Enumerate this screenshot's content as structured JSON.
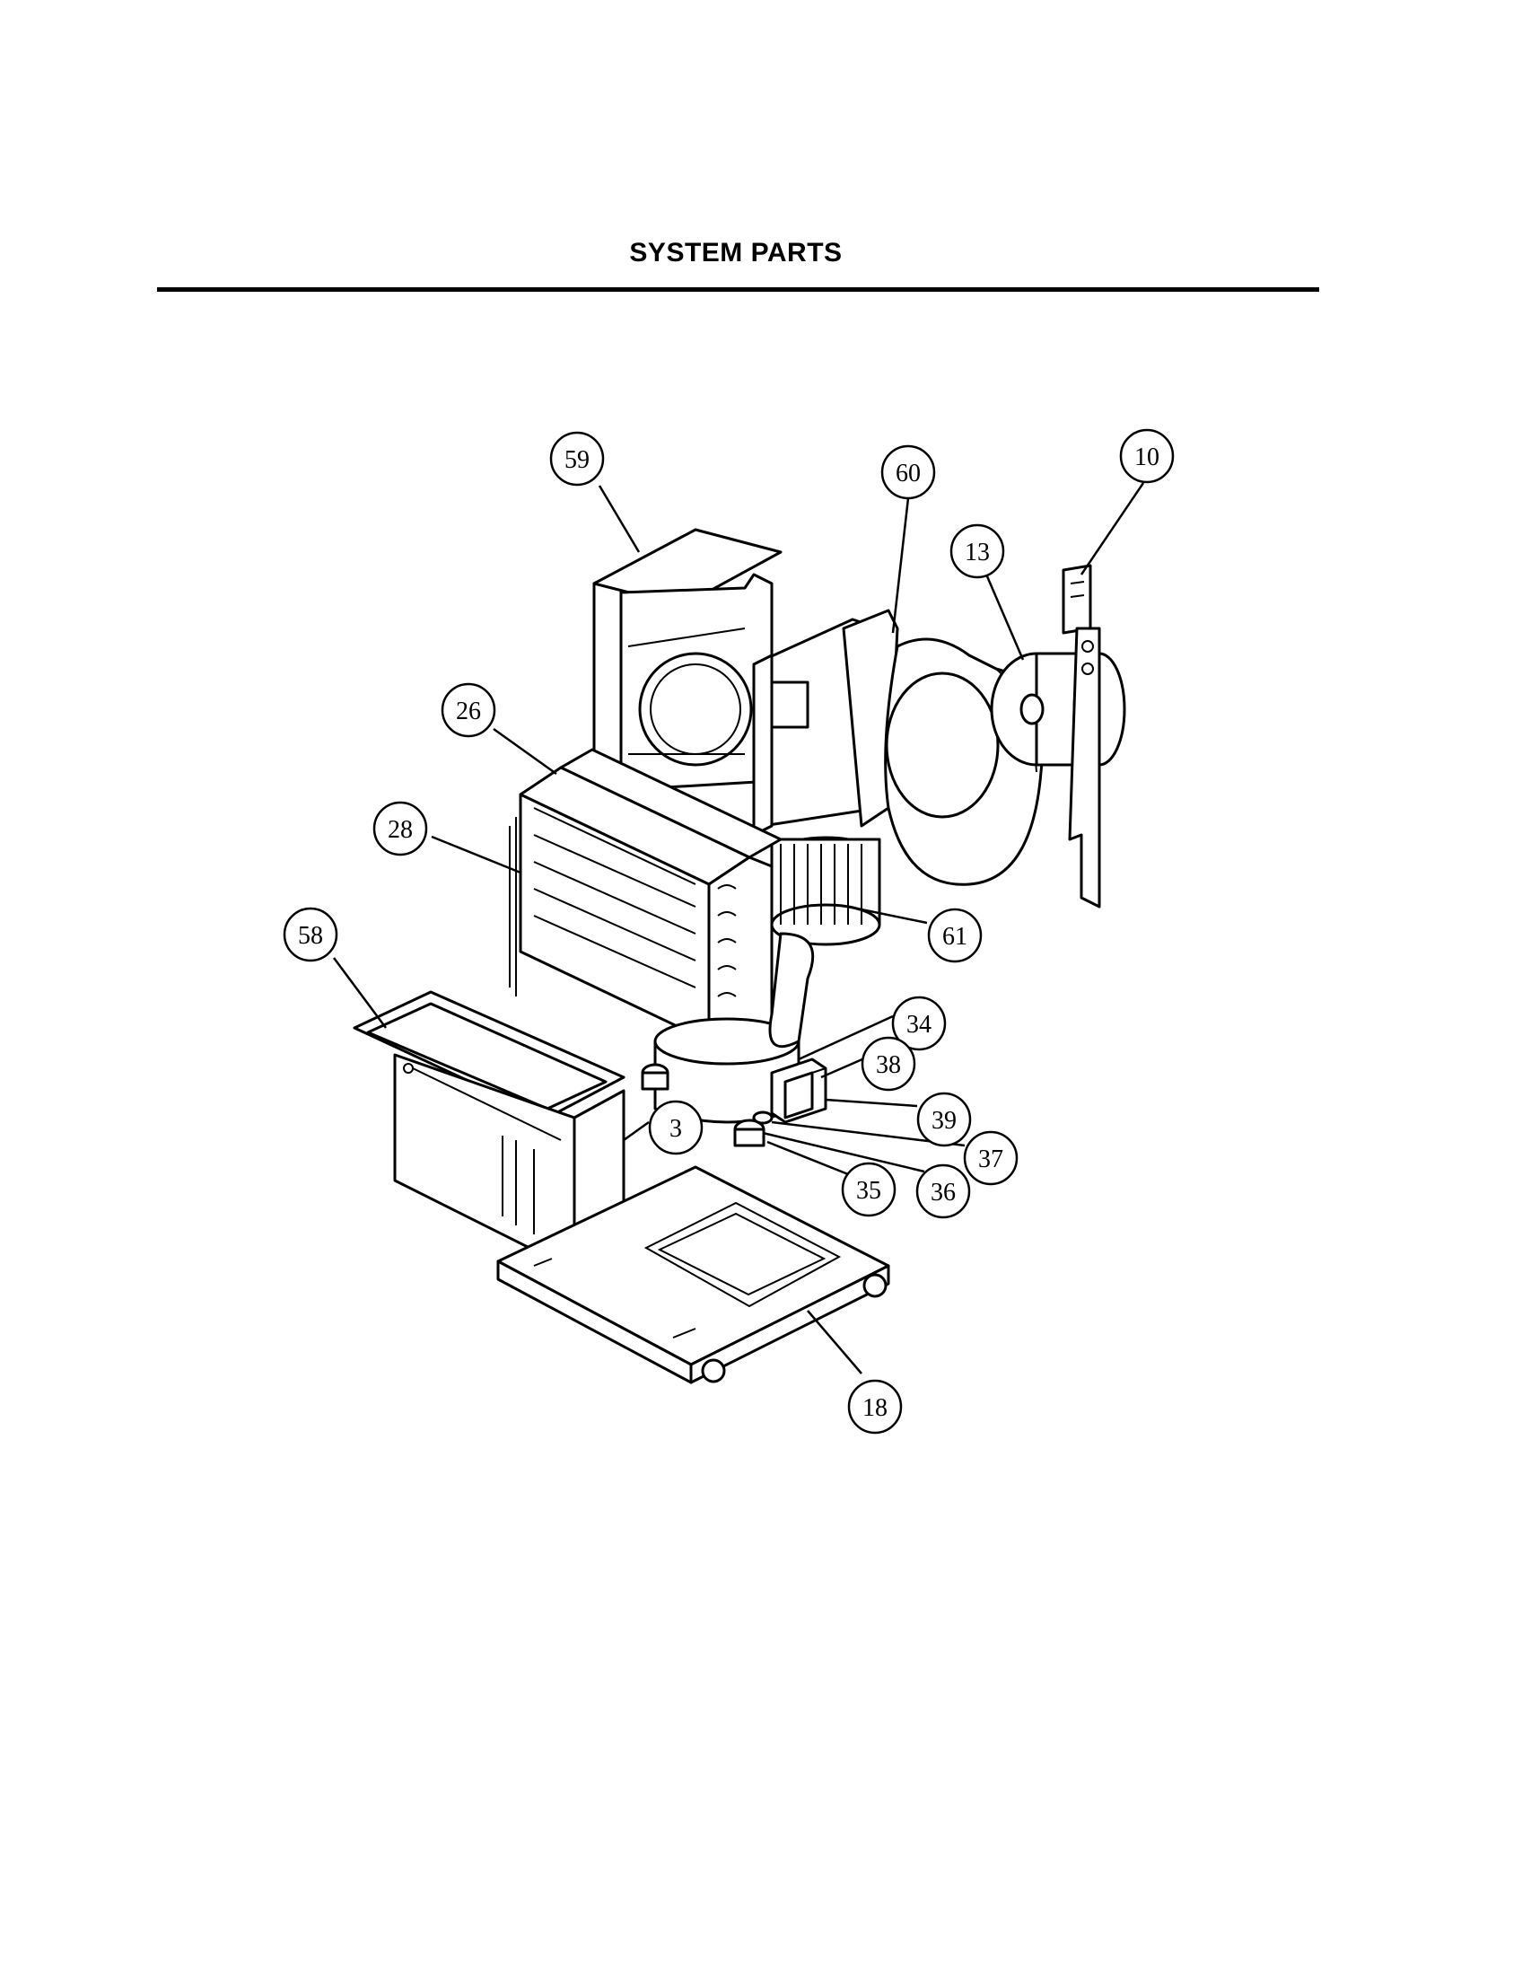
{
  "page": {
    "title": "SYSTEM PARTS"
  },
  "callouts": [
    {
      "id": "59",
      "label": "59"
    },
    {
      "id": "60",
      "label": "60"
    },
    {
      "id": "10",
      "label": "10"
    },
    {
      "id": "13",
      "label": "13"
    },
    {
      "id": "26",
      "label": "26"
    },
    {
      "id": "28",
      "label": "28"
    },
    {
      "id": "61",
      "label": "61"
    },
    {
      "id": "58",
      "label": "58"
    },
    {
      "id": "34",
      "label": "34"
    },
    {
      "id": "38",
      "label": "38"
    },
    {
      "id": "39",
      "label": "39"
    },
    {
      "id": "3",
      "label": "3"
    },
    {
      "id": "37",
      "label": "37"
    },
    {
      "id": "35",
      "label": "35"
    },
    {
      "id": "36",
      "label": "36"
    },
    {
      "id": "18",
      "label": "18"
    }
  ]
}
